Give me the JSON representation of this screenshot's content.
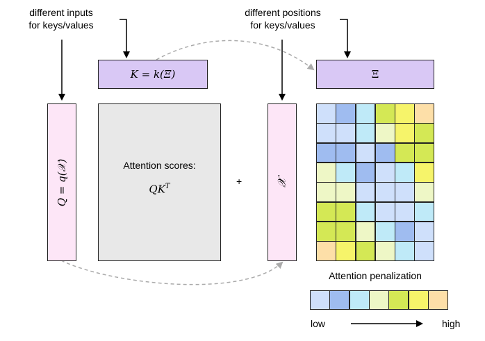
{
  "labels": {
    "inputs_line1": "different inputs",
    "inputs_line2": "for keys/values",
    "positions_line1": "different positions",
    "positions_line2": "for keys/values",
    "k_box": "K = k(Ξ)",
    "xi_box": "Ξ",
    "q_box": "Q = q(𝒳)",
    "x_box": "𝒳",
    "scores_title": "Attention scores:",
    "scores_formula": "QK",
    "scores_sup": "T",
    "plus": "+",
    "penalization_title": "Attention penalization",
    "low": "low",
    "high": "high"
  },
  "palette": [
    "#cfe0fb",
    "#9fbcf0",
    "#bfeaf8",
    "#eef7c6",
    "#d4e855",
    "#f6f46a",
    "#fddfa8"
  ],
  "heatmap": [
    [
      0,
      1,
      2,
      4,
      5,
      6
    ],
    [
      0,
      0,
      2,
      3,
      5,
      4
    ],
    [
      1,
      1,
      0,
      1,
      4,
      4
    ],
    [
      3,
      2,
      1,
      0,
      2,
      5
    ],
    [
      3,
      3,
      0,
      0,
      0,
      3
    ],
    [
      4,
      4,
      2,
      0,
      0,
      2
    ],
    [
      4,
      4,
      3,
      2,
      1,
      0
    ],
    [
      6,
      5,
      4,
      3,
      2,
      0
    ]
  ],
  "colors": {
    "k_box": "#d9c8f5",
    "q_box": "#fde6f7",
    "scores_box": "#e8e8e8",
    "dashed_arrow": "#aaaaaa"
  }
}
